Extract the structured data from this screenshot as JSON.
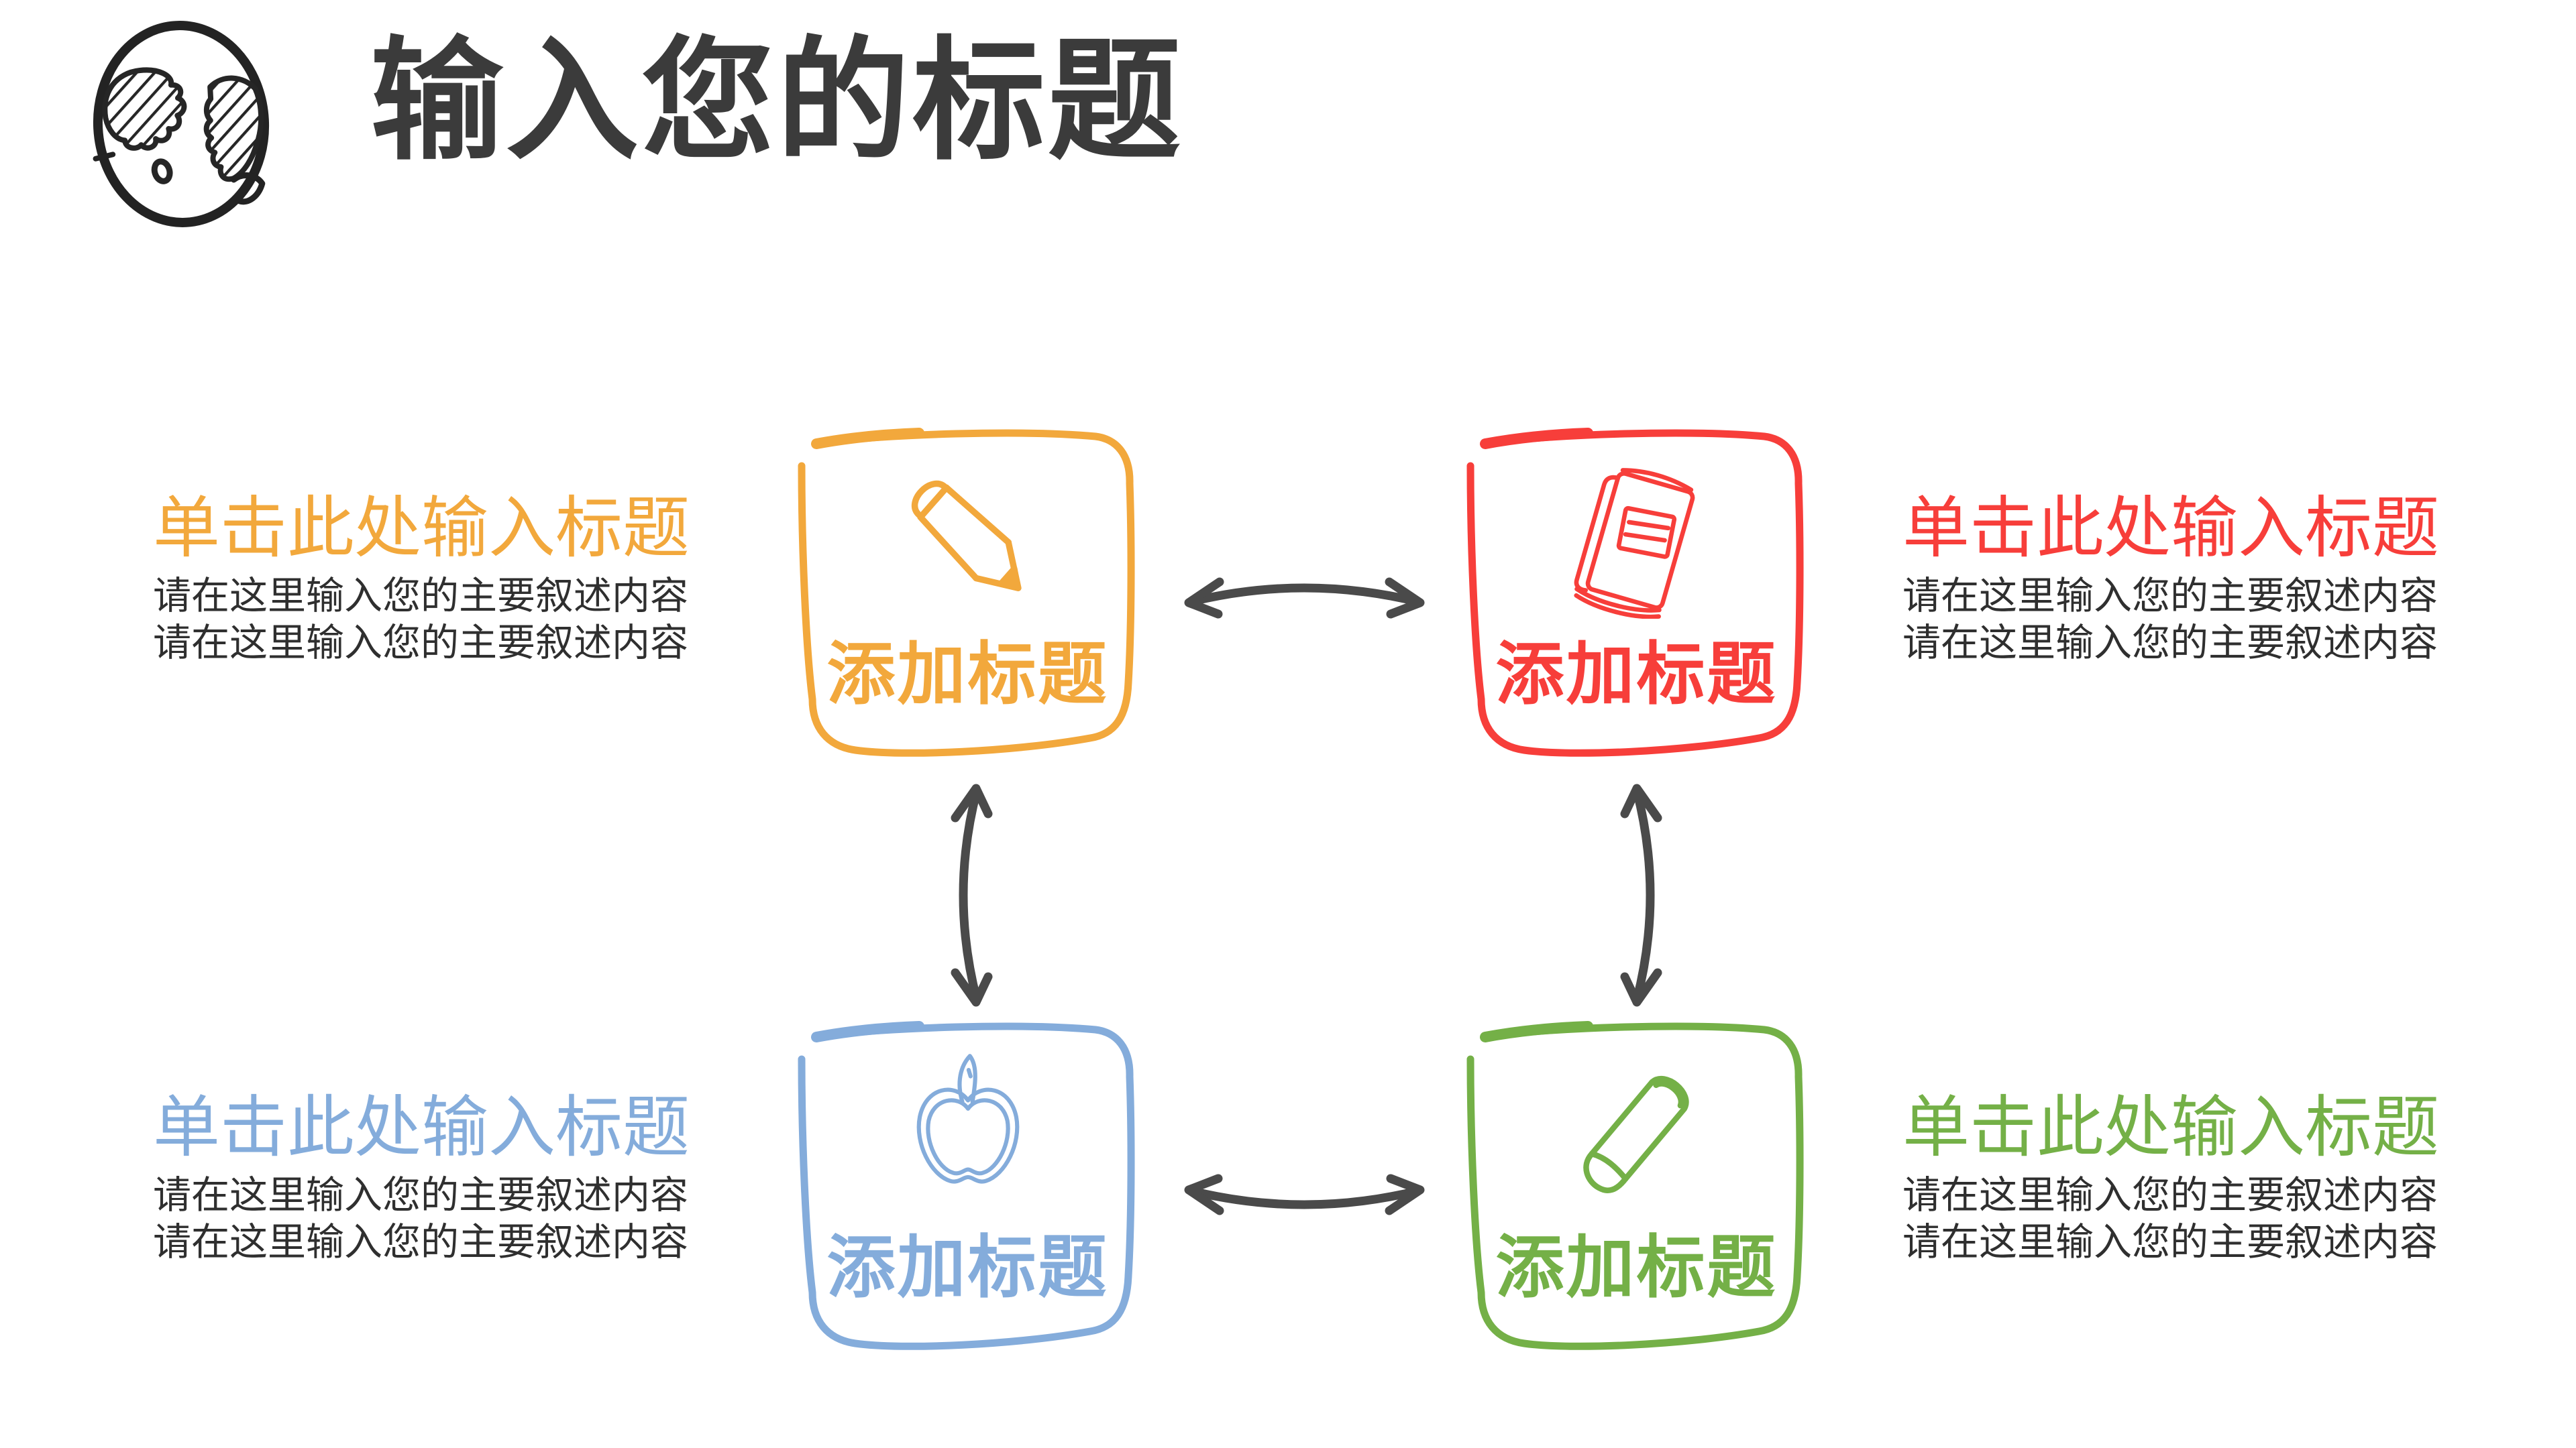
{
  "slide": {
    "title": "输入您的标题",
    "title_color": "#3b3b3b",
    "background": "#ffffff"
  },
  "logo": {
    "icon": "globe-icon",
    "color": "#232323"
  },
  "arrows": {
    "color": "#4a4a4a",
    "style": "curved-double-headed"
  },
  "text": {
    "body_color": "#2f2f2f"
  },
  "quadrants": [
    {
      "position": "top-left",
      "color": "#f2a83c",
      "icon": "pencil-icon",
      "box_label": "添加标题",
      "panel": {
        "title": "单击此处输入标题",
        "lines": [
          "请在这里输入您的主要叙述内容",
          "请在这里输入您的主要叙述内容"
        ]
      }
    },
    {
      "position": "top-right",
      "color": "#f73e3a",
      "icon": "book-icon",
      "box_label": "添加标题",
      "panel": {
        "title": "单击此处输入标题",
        "lines": [
          "请在这里输入您的主要叙述内容",
          "请在这里输入您的主要叙述内容"
        ]
      }
    },
    {
      "position": "bottom-left",
      "color": "#84acdb",
      "icon": "apple-icon",
      "box_label": "添加标题",
      "panel": {
        "title": "单击此处输入标题",
        "lines": [
          "请在这里输入您的主要叙述内容",
          "请在这里输入您的主要叙述内容"
        ]
      }
    },
    {
      "position": "bottom-right",
      "color": "#74b047",
      "icon": "chalk-icon",
      "box_label": "添加标题",
      "panel": {
        "title": "单击此处输入标题",
        "lines": [
          "请在这里输入您的主要叙述内容",
          "请在这里输入您的主要叙述内容"
        ]
      }
    }
  ]
}
